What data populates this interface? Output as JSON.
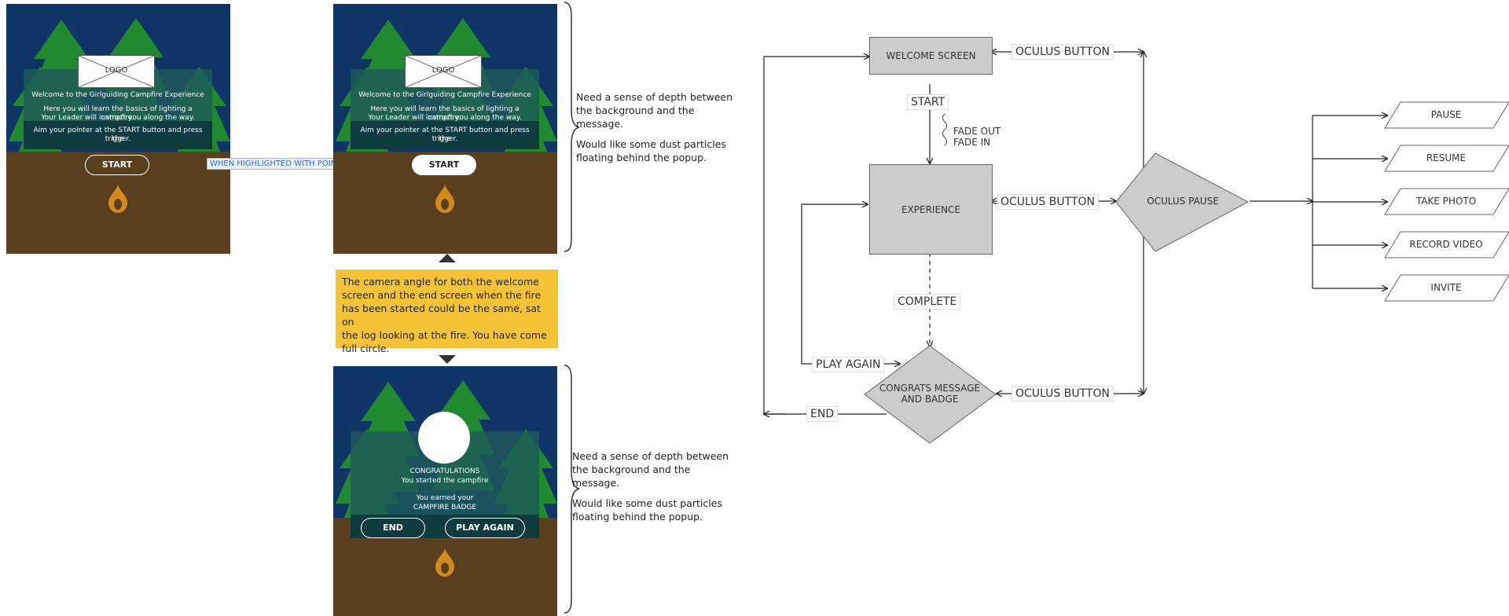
{
  "mockups": {
    "welcome_a": {
      "logo": "LOGO",
      "title": "Welcome to the Girlguiding Campfire Experience",
      "line1": "Here you will learn the basics of lighting a campfire.",
      "line2": "Your Leader will instruct you along the way.",
      "line3": "Aim your pointer at the START button and press the",
      "line4": "trigger.",
      "button": "START"
    },
    "welcome_b": {
      "logo": "LOGO",
      "title": "Welcome to the Girlguiding Campfire Experience",
      "line1": "Here you will learn the basics of lighting a campfire.",
      "line2": "Your Leader will instruct you along the way.",
      "line3": "Aim your pointer at the START button and press the",
      "line4": "trigger.",
      "button": "START"
    },
    "end_screen": {
      "line1": "CONGRATULATIONS",
      "line2": "You started the campfire",
      "line3": "You earned your",
      "line4": "CAMPFIRE BADGE",
      "end_button": "END",
      "play_again_button": "PLAY AGAIN"
    }
  },
  "pointer_label": "WHEN HIGHLIGHTED WITH POINTER",
  "notes": {
    "top": [
      "Need a sense of depth between",
      "the background and the",
      "message.",
      "",
      "Would like some dust particles",
      "floating behind the popup."
    ],
    "bottom": [
      "Need a sense of depth between",
      "the background and the",
      "message.",
      "",
      "Would like some dust particles",
      "floating behind the popup."
    ]
  },
  "sticky_note": [
    "The camera angle for both the welcome",
    "screen and the end screen when the fire",
    "has been started could be the same, sat on",
    "the log looking at the fire. You have come",
    "full circle."
  ],
  "flow": {
    "welcome_screen": "WELCOME SCREEN",
    "experience": "EXPERIENCE",
    "congrats": [
      "CONGRATS MESSAGE",
      "AND BADGE"
    ],
    "oculus_pause": "OCULUS PAUSE",
    "start": "START",
    "fade": [
      "FADE OUT",
      "FADE IN"
    ],
    "complete": "COMPLETE",
    "play_again": "PLAY AGAIN",
    "end": "END",
    "oculus_button_1": "OCULUS BUTTON",
    "oculus_button_2": "OCULUS BUTTON",
    "oculus_button_3": "OCULUS BUTTON",
    "menu": [
      "PAUSE",
      "RESUME",
      "TAKE PHOTO",
      "RECORD VIDEO",
      "INVITE"
    ]
  },
  "colors": {
    "sky": "#0f3566",
    "ground": "#5a3f1e",
    "tree": "#1f8a2e",
    "popup": "#1e5a5a",
    "flame": "#d48a1a",
    "sticky": "#f5c334",
    "flow_box": "#cccccc"
  }
}
